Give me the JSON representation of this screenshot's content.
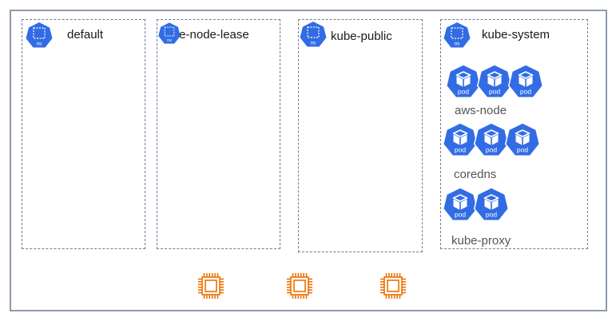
{
  "colors": {
    "k8s_blue": "#326ce5",
    "chip_orange": "#ed7100",
    "border_gray": "#8f9bab",
    "dashed": "#6e7d95"
  },
  "icons": {
    "namespace": "namespace-hex-icon",
    "pod": "pod-cube-hex-icon",
    "node": "ec2-chip-icon"
  },
  "namespace_badge": "ns",
  "pod_badge": "pod",
  "namespaces": [
    {
      "name": "default"
    },
    {
      "name": "kube-node-lease"
    },
    {
      "name": "kube-public"
    },
    {
      "name": "kube-system"
    }
  ],
  "pod_groups": [
    {
      "name": "aws-node",
      "count": 3
    },
    {
      "name": "coredns",
      "count": 3
    },
    {
      "name": "kube-proxy",
      "count": 2
    }
  ],
  "node_count": 3
}
